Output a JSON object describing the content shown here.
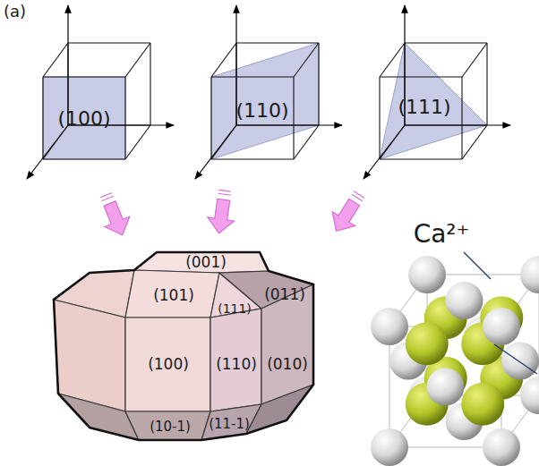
{
  "diagram": {
    "labels": [
      "(a)",
      "(100)",
      "(110)",
      "(111)",
      "(001)",
      "(101)",
      "(011)",
      "(111)",
      "(100)",
      "(110)",
      "(010)",
      "(10-1)",
      "(11-1)",
      "Ca²⁺"
    ]
  }
}
